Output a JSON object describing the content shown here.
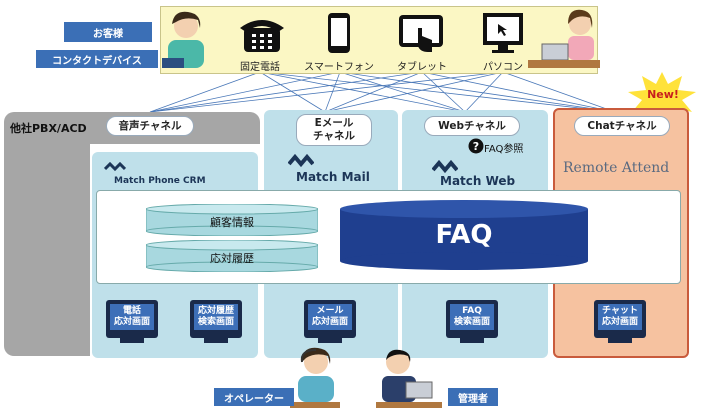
{
  "customer_tag": "お客様",
  "contact_tag": "コンタクトデバイス",
  "devices": [
    "固定電話",
    "スマートフォン",
    "タブレット",
    "パソコン"
  ],
  "new_badge": "New!",
  "pbx_label": "他社PBX/ACD",
  "channels": {
    "voice": "音声チャネル",
    "email_line1": "Eメール",
    "email_line2": "チャネル",
    "web": "Webチャネル",
    "chat": "Chatチャネル"
  },
  "logos": {
    "phone": "Match Phone CRM",
    "mail": "Match Mail",
    "web": "Match Web",
    "chat": "Remote Attend"
  },
  "faq_ref": "FAQ参照",
  "db_customer": "顧客情報",
  "db_history": "応対履歴",
  "faq": "FAQ",
  "screens": {
    "phone_l1": "電話",
    "phone_l2": "応対画面",
    "hist_l1": "応対履歴",
    "hist_l2": "検索画面",
    "mail_l1": "メール",
    "mail_l2": "応対画面",
    "faq_l1": "FAQ",
    "faq_l2": "検索画面",
    "chat_l1": "チャット",
    "chat_l2": "応対画面"
  },
  "operator_tag": "オペレーター",
  "admin_tag": "管理者",
  "colors": {
    "accent": "#3b6fb6",
    "faq_fill": "#1f3f8f",
    "chat_col": "#f6c2a0",
    "chat_border": "#c95b3c",
    "col_fill": "#bfe0ea",
    "top_band": "#fbf7c4"
  }
}
